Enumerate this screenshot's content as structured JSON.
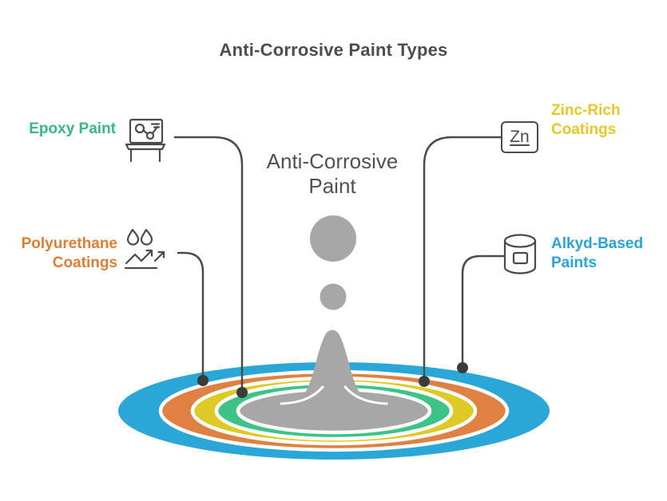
{
  "title": "Anti-Corrosive Paint Types",
  "center": {
    "label": "Anti-Corrosive Paint",
    "line1": "Anti-Corrosive",
    "line2": "Paint"
  },
  "items": [
    {
      "id": "epoxy",
      "label": "Epoxy Paint",
      "line1": "Epoxy Paint",
      "line2": "",
      "color": "#36b97e",
      "icon": "easel-molecule-icon"
    },
    {
      "id": "polyurethane",
      "label": "Polyurethane Coatings",
      "line1": "Polyurethane",
      "line2": "Coatings",
      "color": "#de7e35",
      "icon": "water-repellent-icon"
    },
    {
      "id": "zinc",
      "label": "Zinc-Rich Coatings",
      "line1": "Zinc-Rich",
      "line2": "Coatings",
      "color": "#e5c825",
      "icon": "zinc-element-icon",
      "symbol": "Zn"
    },
    {
      "id": "alkyd",
      "label": "Alkyd-Based Paints",
      "line1": "Alkyd-Based",
      "line2": "Paints",
      "color": "#2aa4d6",
      "icon": "paint-can-icon"
    }
  ],
  "colors": {
    "ring_blue": "#2aa7d7",
    "ring_orange": "#de8142",
    "ring_yellow": "#ddca27",
    "ring_green": "#3ec386",
    "splash_gray": "#a7a7a7",
    "connector": "#4a4a4a",
    "title_text": "#4d4d4d",
    "center_text": "#515151"
  }
}
